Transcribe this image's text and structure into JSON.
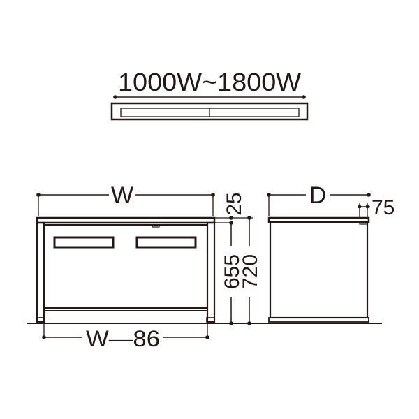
{
  "top_view": {
    "width_range": "1000W~1800W"
  },
  "front_view": {
    "width": "W",
    "inner_width": "W—86",
    "top_thickness": "25",
    "opening_height": "655",
    "total_height": "720"
  },
  "side_view": {
    "depth": "D",
    "top_offset": "75"
  },
  "colors": {
    "line": "#231815",
    "background": "#ffffff"
  }
}
